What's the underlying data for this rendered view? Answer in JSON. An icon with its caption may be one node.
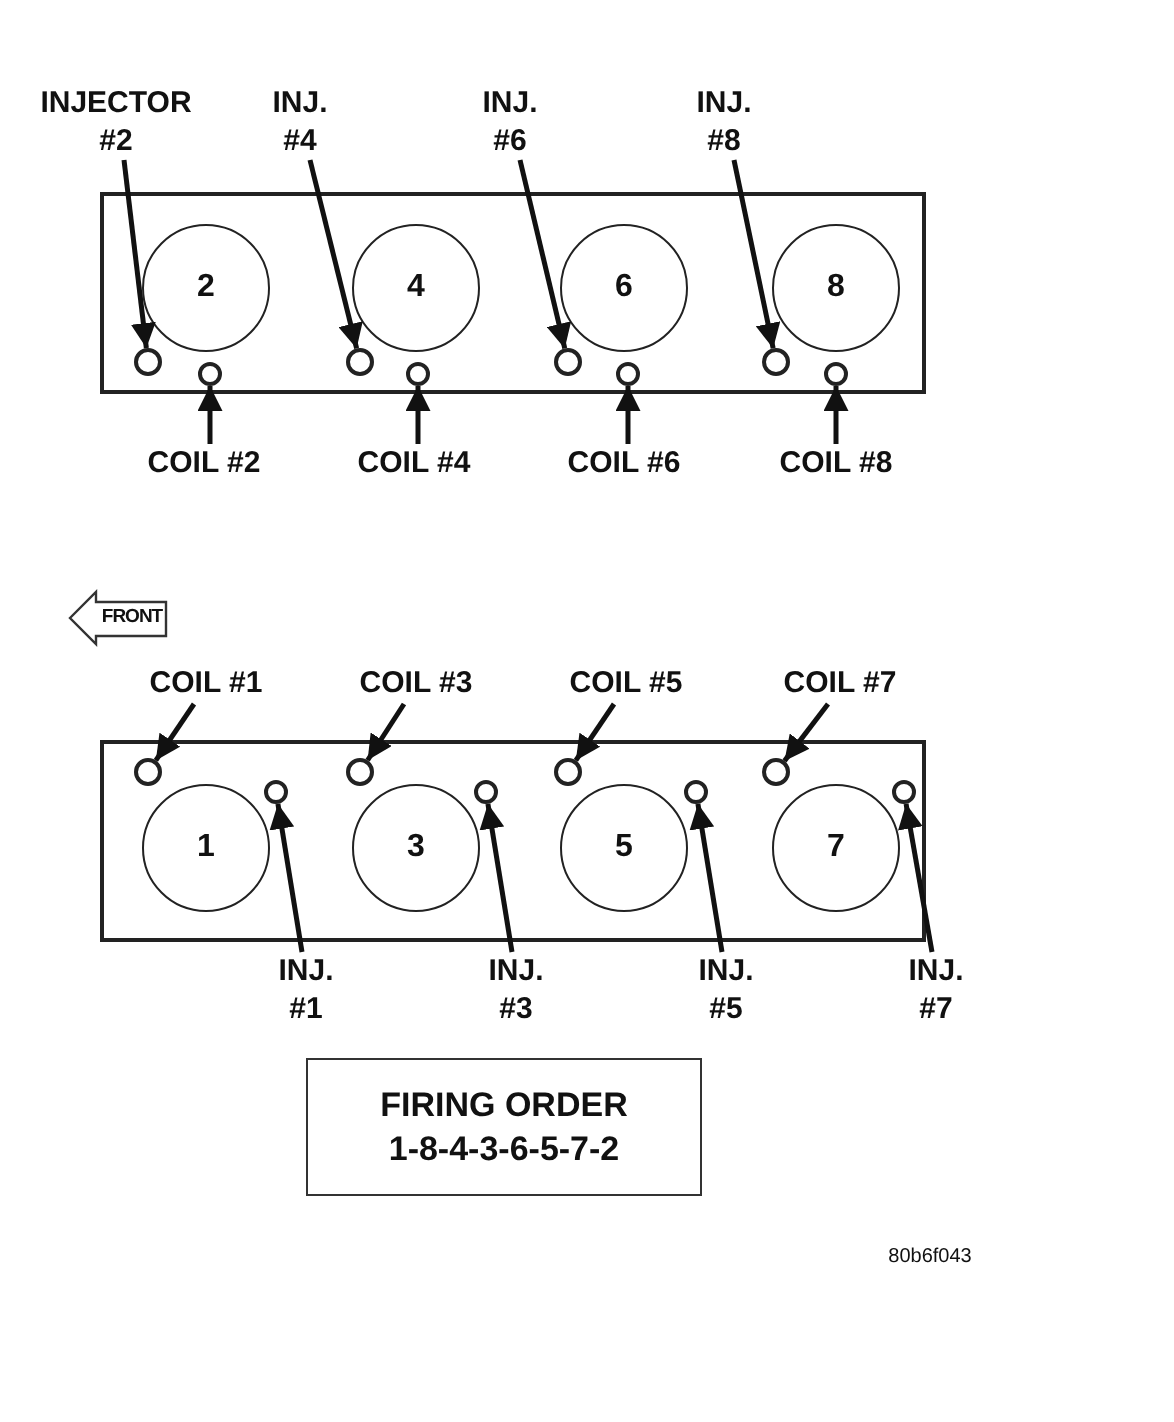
{
  "diagram": {
    "nodes": [
      {
        "text": [],
        "shape": "box"
      },
      {
        "text": [
          "2"
        ],
        "in": 0
      },
      {
        "text": [
          "4"
        ],
        "in": 0
      },
      {
        "text": [
          "6"
        ],
        "in": 0
      },
      {
        "text": [
          "8"
        ],
        "in": 0
      },
      {
        "text": [],
        "shape": "circle",
        "in": 0
      },
      {
        "text": [],
        "shape": "circle",
        "in": 0
      },
      {
        "text": [],
        "shape": "circle",
        "in": 0
      },
      {
        "text": [],
        "shape": "circle",
        "in": 0
      },
      {
        "text": [],
        "shape": "circle",
        "in": 0
      },
      {
        "text": [],
        "shape": "circle",
        "in": 0
      },
      {
        "text": [],
        "shape": "circle",
        "in": 0
      },
      {
        "text": [],
        "shape": "circle",
        "in": 0
      },
      {
        "text": [
          "INJECTOR #2"
        ]
      },
      {
        "text": [
          "INJ. #4"
        ]
      },
      {
        "text": [
          "INJ. #6"
        ]
      },
      {
        "text": [
          "INJ. #8"
        ]
      },
      {
        "text": [
          "COIL #2"
        ]
      },
      {
        "text": [
          "COIL #4"
        ]
      },
      {
        "text": [
          "COIL #6"
        ]
      },
      {
        "text": [
          "COIL #8"
        ]
      },
      {
        "text": [],
        "shape": "box"
      },
      {
        "text": [
          "1"
        ],
        "in": 21
      },
      {
        "text": [
          "3"
        ],
        "in": 21
      },
      {
        "text": [
          "5"
        ],
        "in": 21
      },
      {
        "text": [
          "7"
        ],
        "in": 21
      },
      {
        "text": [],
        "shape": "circle",
        "in": 21
      },
      {
        "text": [],
        "shape": "circle",
        "in": 21
      },
      {
        "text": [],
        "shape": "circle",
        "in": 21
      },
      {
        "text": [],
        "shape": "circle",
        "in": 21
      },
      {
        "text": [],
        "shape": "circle",
        "in": 21
      },
      {
        "text": [],
        "shape": "circle",
        "in": 21
      },
      {
        "text": [],
        "shape": "circle",
        "in": 21
      },
      {
        "text": [],
        "shape": "circle",
        "in": 21
      },
      {
        "text": [
          "COIL #1"
        ]
      },
      {
        "text": [
          "COIL #3"
        ]
      },
      {
        "text": [
          "COIL #5"
        ]
      },
      {
        "text": [
          "COIL #7"
        ]
      },
      {
        "text": [
          "INJ. #1"
        ]
      },
      {
        "text": [
          "INJ. #3"
        ]
      },
      {
        "text": [
          "INJ. #5"
        ]
      },
      {
        "text": [
          "INJ. #7"
        ]
      },
      {
        "text": [
          "FIRING ORDER",
          "1-8-4-3-6-5-7-2"
        ]
      }
    ],
    "edges": [
      {
        "from": 13,
        "to": 5,
        "arrow": "to"
      },
      {
        "from": 14,
        "to": 7,
        "arrow": "to"
      },
      {
        "from": 15,
        "to": 9,
        "arrow": "to"
      },
      {
        "from": 16,
        "to": 11,
        "arrow": "to"
      },
      {
        "from": 17,
        "to": 6,
        "arrow": "to"
      },
      {
        "from": 18,
        "to": 8,
        "arrow": "to"
      },
      {
        "from": 19,
        "to": 10,
        "arrow": "to"
      },
      {
        "from": 20,
        "to": 12,
        "arrow": "to"
      },
      {
        "from": 34,
        "to": 26,
        "arrow": "to"
      },
      {
        "from": 35,
        "to": 28,
        "arrow": "to"
      },
      {
        "from": 36,
        "to": 30,
        "arrow": "to"
      },
      {
        "from": 37,
        "to": 32,
        "arrow": "to"
      },
      {
        "from": 38,
        "to": 27,
        "arrow": "to"
      },
      {
        "from": 39,
        "to": 29,
        "arrow": "to"
      },
      {
        "from": 40,
        "to": 31,
        "arrow": "to"
      },
      {
        "from": 41,
        "to": 33,
        "arrow": "to"
      }
    ],
    "labels": [
      "FRONT",
      "80b6f043"
    ]
  }
}
